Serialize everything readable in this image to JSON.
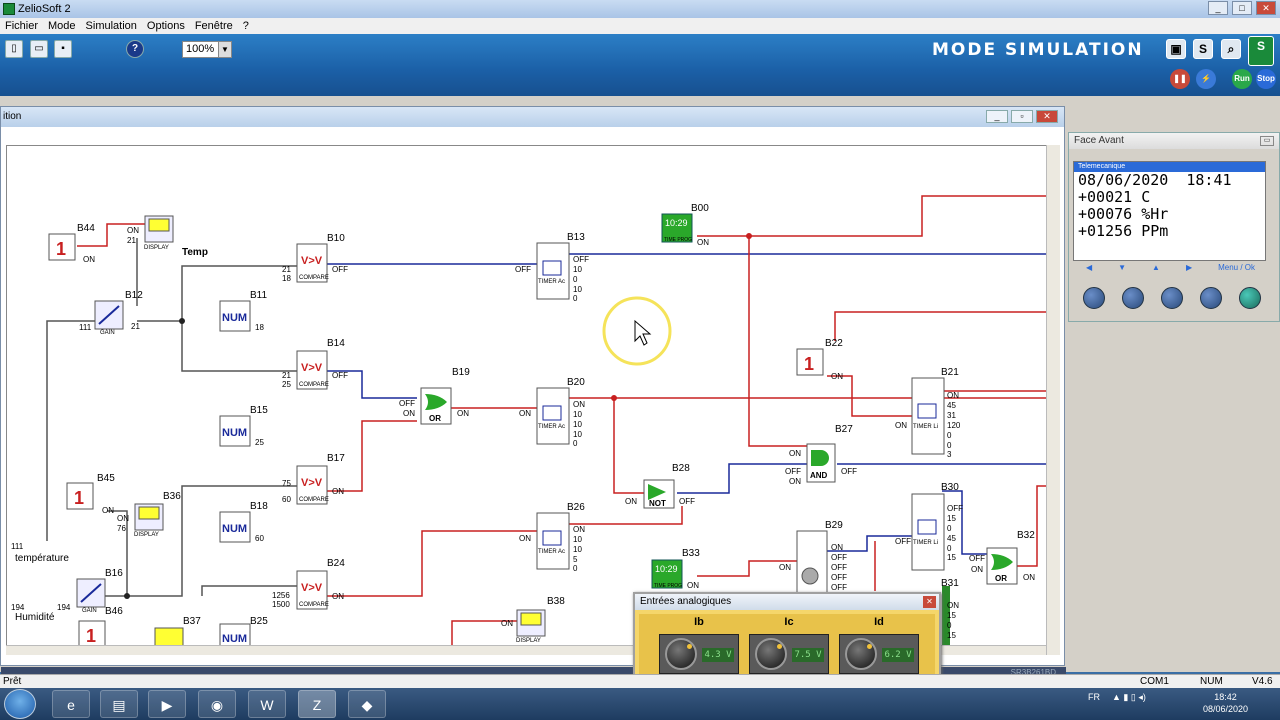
{
  "app": {
    "title": "ZelioSoft 2"
  },
  "menu": [
    "Fichier",
    "Mode",
    "Simulation",
    "Options",
    "Fenêtre",
    "?"
  ],
  "toolbar": {
    "zoom": "100%",
    "mode_label": "MODE SIMULATION",
    "run": "Run",
    "stop": "Stop"
  },
  "child_window": {
    "title": "ition"
  },
  "diagram": {
    "blocks": [
      "B44",
      "B10",
      "B12",
      "B11",
      "B13",
      "B00",
      "B14",
      "B19",
      "B20",
      "B15",
      "B22",
      "B21",
      "B27",
      "B17",
      "B28",
      "B45",
      "B36",
      "B18",
      "B26",
      "B30",
      "B29",
      "B16",
      "B46",
      "B33",
      "B24",
      "B32",
      "B38",
      "B31",
      "B37",
      "B25"
    ],
    "labels": {
      "temp": "Temp",
      "temperature": "température",
      "humidite": "Humidité",
      "display": "DISPLAY",
      "gain": "GAIN",
      "compare": "COMPARE",
      "num": "NUM",
      "or": "OR",
      "and": "AND",
      "not": "NOT",
      "timer": "TIMER Ac",
      "timer_li": "TIMER Li",
      "time_prog": "TIME PROG",
      "clock_disp": "10:29",
      "const": "1"
    },
    "values": {
      "on": "ON",
      "off": "OFF",
      "v111": "111",
      "v21": "21",
      "v18": "18",
      "v25": "25",
      "v60": "60",
      "v76": "76",
      "v194": "194",
      "v1256": "1256",
      "v1500": "1500",
      "v10": "10",
      "v0": "0",
      "v5": "5",
      "v45": "45",
      "v31": "31",
      "v120": "120",
      "v3": "3",
      "v15": "15"
    }
  },
  "face_avant": {
    "title": "Face Avant",
    "brand": "Telemecanique",
    "lines": [
      "08/06/2020  18:41",
      "+00021 C",
      "+00076 %Hr",
      "+01256 PPm"
    ],
    "nav_label": "Menu / Ok"
  },
  "analog": {
    "title": "Entrées analogiques",
    "inputs": [
      {
        "name": "Ib",
        "value": "4.3 V"
      },
      {
        "name": "Ic",
        "value": "7.5 V"
      },
      {
        "name": "Id",
        "value": "6.2 V"
      }
    ]
  },
  "status": {
    "left": "Prêt",
    "com": "COM1",
    "num": "NUM",
    "ver": "V4.6",
    "ref": "SR3B261BD"
  },
  "taskbar": {
    "lang": "FR",
    "time": "18:42",
    "date": "08/06/2020"
  }
}
